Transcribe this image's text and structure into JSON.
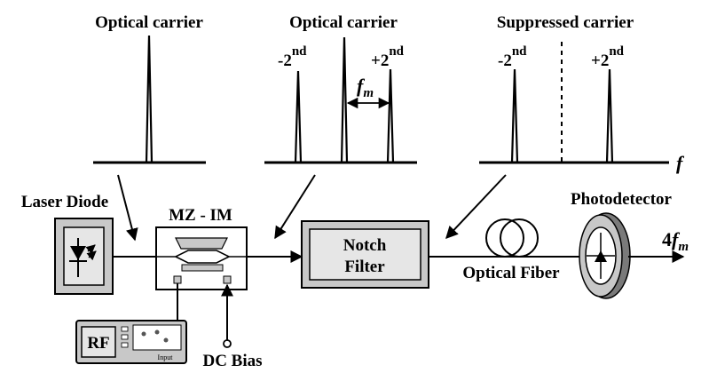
{
  "spectra": {
    "first_title": "Optical carrier",
    "second_title": "Optical carrier",
    "third_title": "Suppressed carrier",
    "neg_sideband_prefix": "-2",
    "pos_sideband_prefix": "+2",
    "sideband_superscript": "nd",
    "spacing_letter": "f",
    "spacing_subscript": "m",
    "frequency_axis_letter": "f"
  },
  "components": {
    "laser_diode": "Laser Diode",
    "modulator": "MZ - IM",
    "notch_filter_line1": "Notch",
    "notch_filter_line2": "Filter",
    "optical_fiber": "Optical Fiber",
    "photodetector": "Photodetector",
    "rf_source": "RF",
    "rf_small_label": "Input",
    "dc_bias": "DC Bias",
    "output_multiplier": "4",
    "output_letter": "f",
    "output_subscript": "m"
  },
  "colors": {
    "box_fill": "#c8c8c8",
    "box_inner": "#e6e6e6",
    "line": "#000000"
  }
}
